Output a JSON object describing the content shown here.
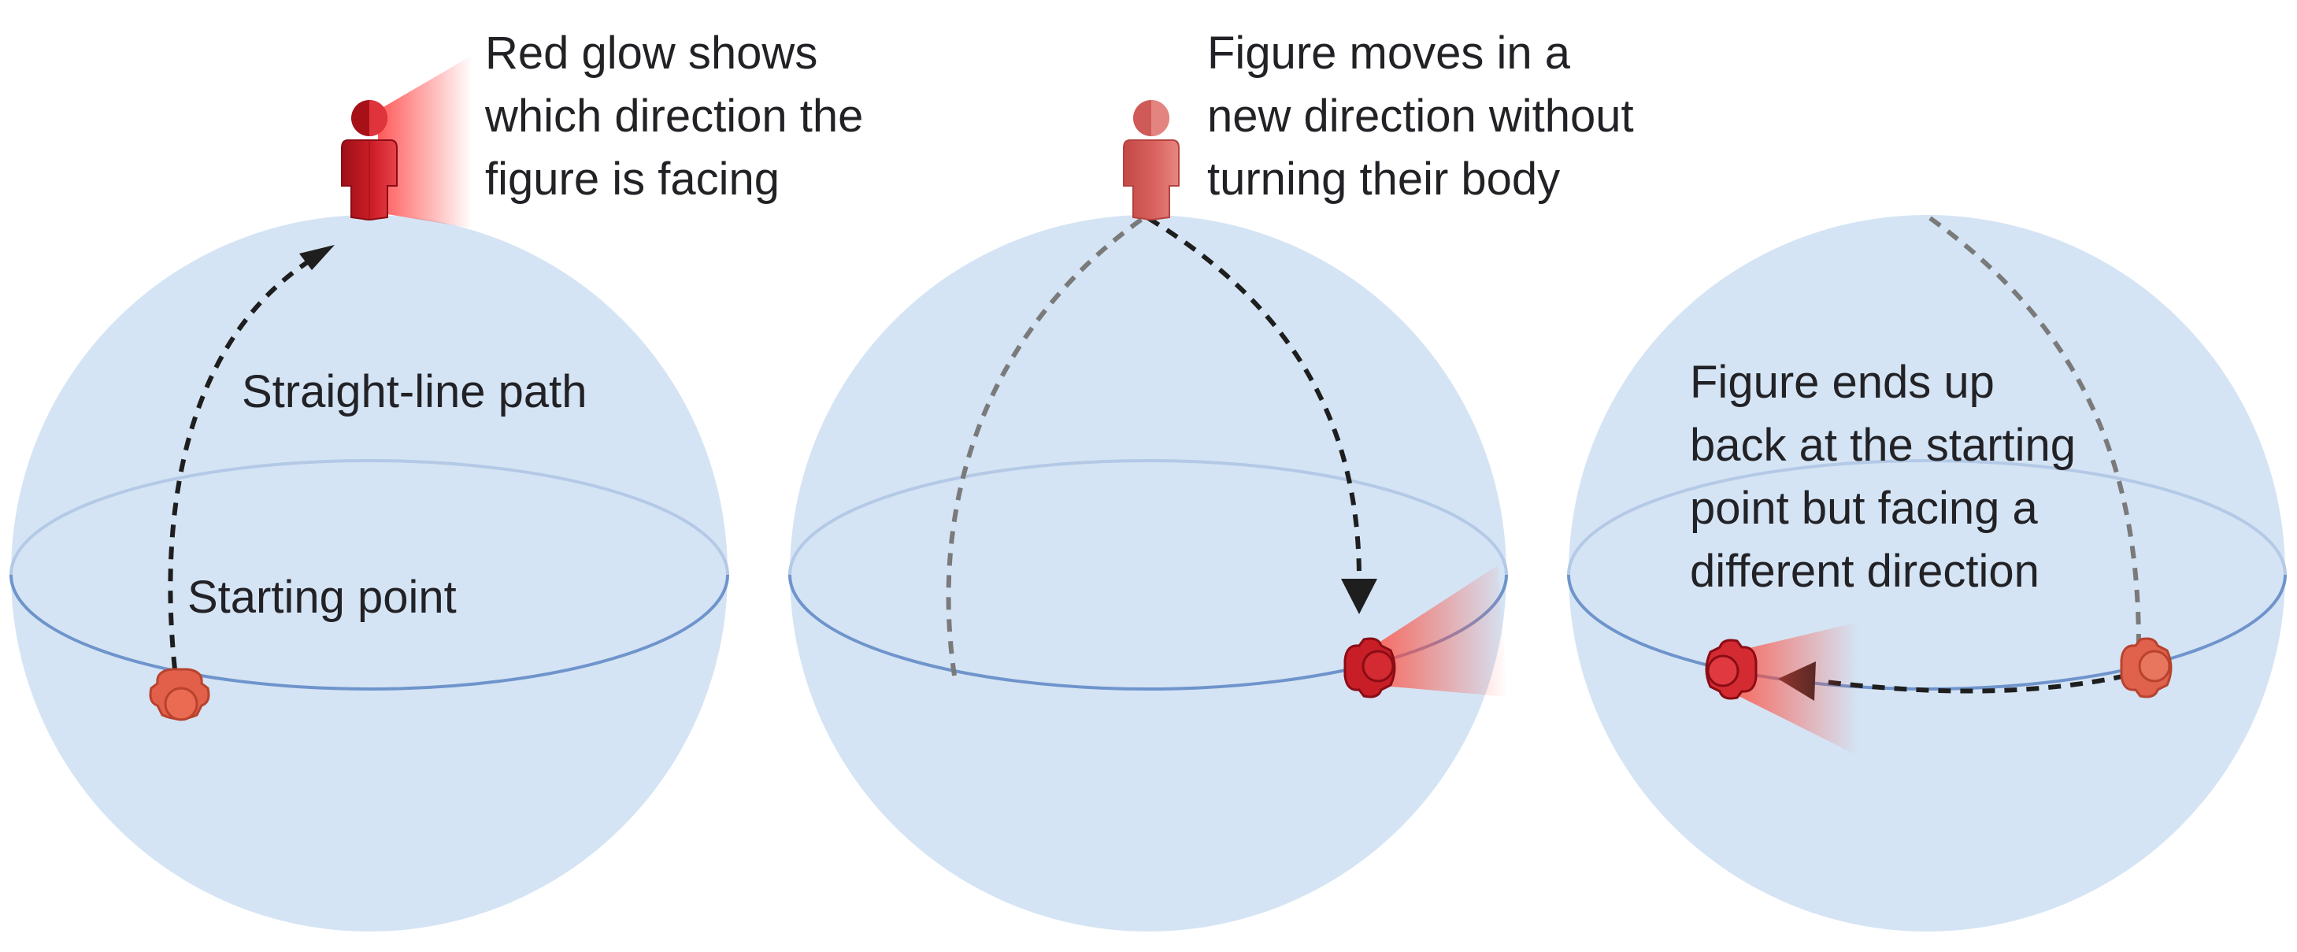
{
  "panel1": {
    "annotation": [
      "Red glow shows",
      "which direction the",
      "figure is facing"
    ],
    "path_label": "Straight-line path",
    "start_label": "Starting point"
  },
  "panel2": {
    "annotation": [
      "Figure moves in a",
      "new direction without",
      "turning their body"
    ]
  },
  "panel3": {
    "annotation": [
      "Figure ends up",
      "back at the starting",
      "point but facing a",
      "different direction"
    ]
  },
  "colors": {
    "sphere": "#d4e4f4",
    "equator_front": "#6f94cc",
    "equator_back": "#b4c9e6",
    "figure_red": "#cc1e28",
    "figure_faded": "#e0604c",
    "glow": "#ff3c3c",
    "path_dark": "#1e1e1e",
    "path_gray": "#7a7a7a"
  },
  "icons": [
    "person-figure-icon",
    "person-top-view-icon",
    "arrowhead-icon"
  ]
}
